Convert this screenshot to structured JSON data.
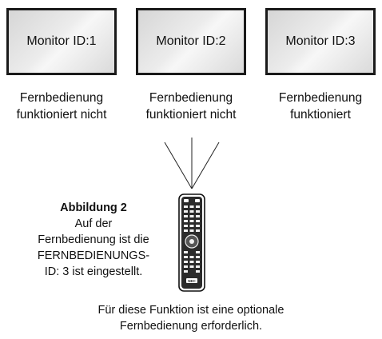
{
  "monitors": [
    {
      "label": "Monitor ID:1",
      "status_lines": [
        "Fernbedienung",
        "funktioniert nicht"
      ]
    },
    {
      "label": "Monitor ID:2",
      "status_lines": [
        "Fernbedienung",
        "funktioniert nicht"
      ]
    },
    {
      "label": "Monitor ID:3",
      "status_lines": [
        "Fernbedienung",
        "funktioniert"
      ]
    }
  ],
  "caption": {
    "title": "Abbildung 2",
    "lines": [
      "Auf der",
      "Fernbedienung ist die",
      "FERNBEDIENUNGS-",
      "ID: 3 ist eingestellt."
    ]
  },
  "remote": {
    "icon": "remote-control-icon",
    "brand": "NEC"
  },
  "footer": {
    "lines": [
      "Für diese Funktion ist eine optionale",
      "Fernbedienung erforderlich."
    ]
  }
}
